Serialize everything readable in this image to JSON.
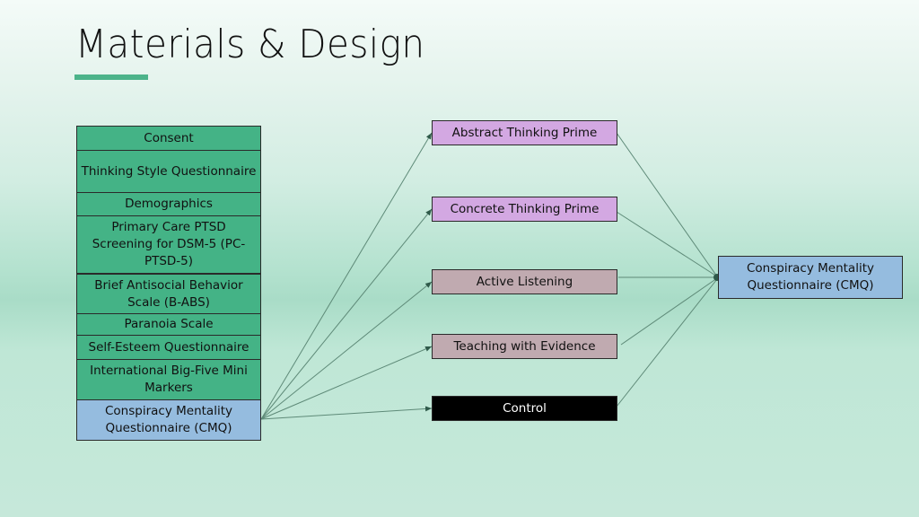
{
  "slide": {
    "title": "Materials & Design",
    "accent_color": "#4cb38a"
  },
  "procedure_steps": [
    {
      "label": "Consent",
      "color": "#44b386"
    },
    {
      "label": "Thinking Style Questionnaire",
      "color": "#44b386"
    },
    {
      "label": "Demographics",
      "color": "#44b386"
    },
    {
      "label": "Primary Care PTSD Screening for DSM-5 (PC-PTSD-5)",
      "color": "#44b386"
    },
    {
      "label": "Brief Antisocial Behavior Scale (B-ABS)",
      "color": "#44b386"
    },
    {
      "label": "Paranoia Scale",
      "color": "#44b386"
    },
    {
      "label": "Self-Esteem Questionnaire",
      "color": "#44b386"
    },
    {
      "label": "International Big-Five Mini Markers",
      "color": "#44b386"
    },
    {
      "label": "Conspiracy Mentality Questionnaire (CMQ)",
      "color": "#95bcdf"
    }
  ],
  "conditions": [
    {
      "label": "Abstract Thinking Prime",
      "color": "#d3a8e2"
    },
    {
      "label": "Concrete Thinking Prime",
      "color": "#d3a8e2"
    },
    {
      "label": "Active Listening",
      "color": "#c0aab0"
    },
    {
      "label": "Teaching with Evidence",
      "color": "#c0aab0"
    },
    {
      "label": "Control",
      "color": "#000000"
    }
  ],
  "outcome": {
    "label": "Conspiracy Mentality Questionnaire (CMQ)",
    "color": "#95bcdf"
  },
  "edges": [
    {
      "from": "procedure_steps.8",
      "to": "conditions.0"
    },
    {
      "from": "procedure_steps.8",
      "to": "conditions.1"
    },
    {
      "from": "procedure_steps.8",
      "to": "conditions.2"
    },
    {
      "from": "procedure_steps.8",
      "to": "conditions.3"
    },
    {
      "from": "procedure_steps.8",
      "to": "conditions.4"
    },
    {
      "from": "conditions.0",
      "to": "outcome"
    },
    {
      "from": "conditions.1",
      "to": "outcome"
    },
    {
      "from": "conditions.2",
      "to": "outcome"
    },
    {
      "from": "conditions.3",
      "to": "outcome"
    },
    {
      "from": "conditions.4",
      "to": "outcome"
    }
  ]
}
